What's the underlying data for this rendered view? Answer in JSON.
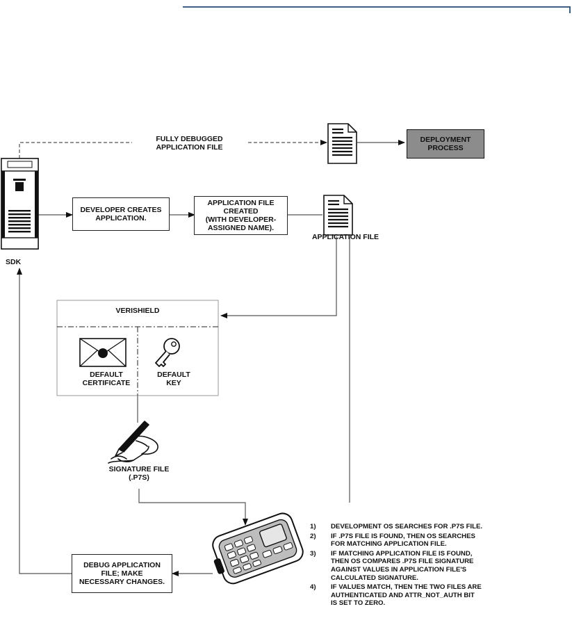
{
  "nodes": {
    "deployment_process": "DEPLOYMENT\nPROCESS",
    "developer_creates": "DEVELOPER CREATES\nAPPLICATION.",
    "app_file_created": "APPLICATION FILE\nCREATED\n(WITH DEVELOPER-\nASSIGNED NAME).",
    "debug_app_file": "DEBUG APPLICATION\nFILE; MAKE\nNECESSARY CHANGES.",
    "verishield": "VERISHIELD"
  },
  "labels": {
    "fully_debugged": "FULLY DEBUGGED\nAPPLICATION FILE",
    "sdk": "SDK",
    "application_file": "APPLICATION FILE",
    "default_certificate": "DEFAULT\nCERTIFICATE",
    "default_key": "DEFAULT\nKEY",
    "signature_file": "SIGNATURE FILE\n(.P7S)"
  },
  "notes": [
    {
      "num": "1)",
      "text": "DEVELOPMENT OS SEARCHES FOR .P7S FILE."
    },
    {
      "num": "2)",
      "text": "IF .P7S FILE IS FOUND, THEN OS SEARCHES\n     FOR MATCHING APPLICATION FILE."
    },
    {
      "num": "3)",
      "text": "IF MATCHING APPLICATION FILE IS FOUND,\n     THEN OS COMPARES .P7S FILE SIGNATURE\n     AGAINST VALUES IN APPLICATION FILE'S\n     CALCULATED SIGNATURE."
    },
    {
      "num": "4)",
      "text": "IF VALUES MATCH, THEN THE TWO FILES ARE\n     AUTHENTICATED AND ATTR_NOT_AUTH BIT\n     IS SET TO ZERO."
    }
  ],
  "colors": {
    "header_rule": "#3f5f82",
    "deployment_fill": "#8c8c8c",
    "line": "#555555"
  }
}
